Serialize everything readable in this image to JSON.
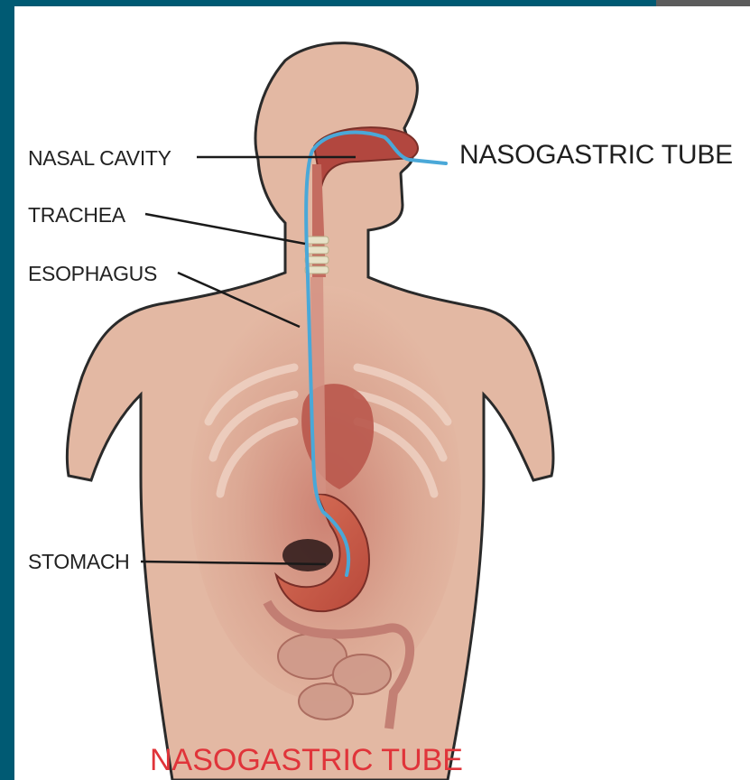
{
  "labels": {
    "nasal_cavity": "NASAL CAVITY",
    "trachea": "TRACHEA",
    "esophagus": "ESOPHAGUS",
    "stomach": "STOMACH",
    "tube_callout": "NASOGASTRIC TUBE"
  },
  "title": "NASOGASTRIC TUBE",
  "colors": {
    "frame": "#005a73",
    "skin": "#e0b49c",
    "outline": "#2a2a2a",
    "tube": "#4aa8d8",
    "title": "#e0343a",
    "organ": "#c85a4a"
  }
}
